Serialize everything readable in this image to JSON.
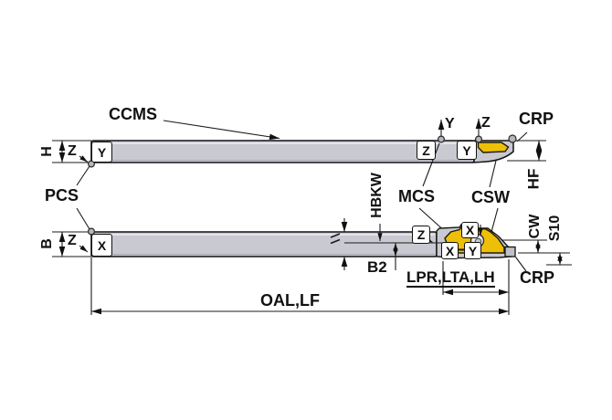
{
  "drawing": {
    "kind": "tool-holder-dimension-diagram",
    "colors": {
      "insert_yellow": "#EDC007",
      "shank_gray": "#C9C9D2",
      "outline": "#141414",
      "dot_gray": "#B5B5BD"
    },
    "callouts": {
      "ccms": "CCMS",
      "pcs": "PCS",
      "mcs": "MCS",
      "csw": "CSW",
      "crp_top": "CRP",
      "crp_bottom": "CRP"
    },
    "dimensions": {
      "h": "H",
      "b": "B",
      "hf": "HF",
      "cw": "CW",
      "s10": "S10",
      "hbkw": "HBKW",
      "b2": "B2",
      "lpr": "LPR,LTA,LH",
      "oal": "OAL,LF"
    },
    "reference_points": {
      "top_bar_left_box": "Y",
      "top_left_z": "Z",
      "top_bar_z_box": "Z",
      "top_bar_y_box": "Y",
      "top_axis_y": "Y",
      "top_axis_z": "Z",
      "bottom_bar_left_box": "X",
      "bottom_left_z": "Z",
      "bottom_bar_z_box": "Z",
      "insert_x_top": "X",
      "insert_x_bottom": "X",
      "insert_y_bottom": "Y"
    }
  }
}
